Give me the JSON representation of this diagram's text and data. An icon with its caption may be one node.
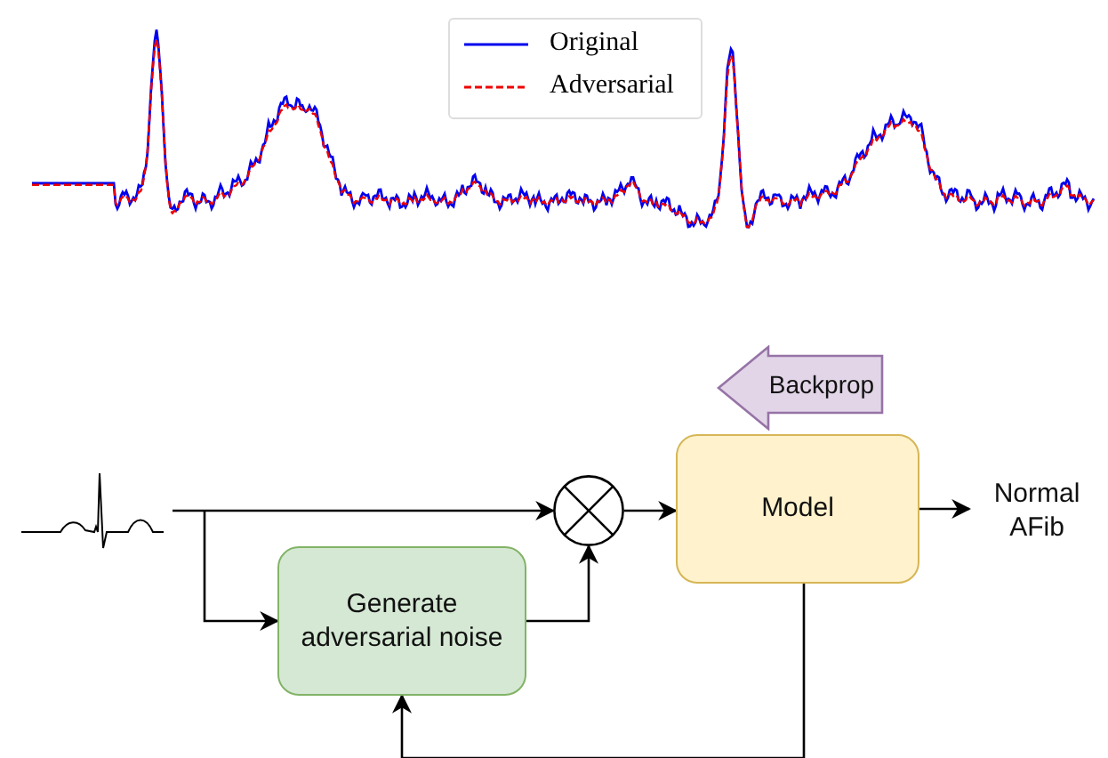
{
  "diagram": {
    "nodes": [
      {
        "text": [],
        "shape": "picture"
      },
      {
        "text": [],
        "shape": "circle"
      },
      {
        "text": [
          "Model"
        ]
      },
      {
        "text": [
          "Generate adversarial noise"
        ]
      },
      {
        "text": [
          "Normal AFib"
        ]
      },
      {
        "text": [
          "Backprop"
        ]
      }
    ],
    "edges": [
      {
        "from": 0,
        "to": 1,
        "arrow": "to"
      },
      {
        "from": 0,
        "to": 3,
        "arrow": "to"
      },
      {
        "from": 3,
        "to": 1,
        "arrow": "to"
      },
      {
        "from": 1,
        "to": 2,
        "arrow": "to"
      },
      {
        "from": 2,
        "to": 4,
        "arrow": "to"
      },
      {
        "from": 2,
        "to": 3,
        "arrow": "to"
      }
    ],
    "legend": [
      {
        "text": "Original"
      },
      {
        "text": "Adversarial"
      }
    ]
  }
}
